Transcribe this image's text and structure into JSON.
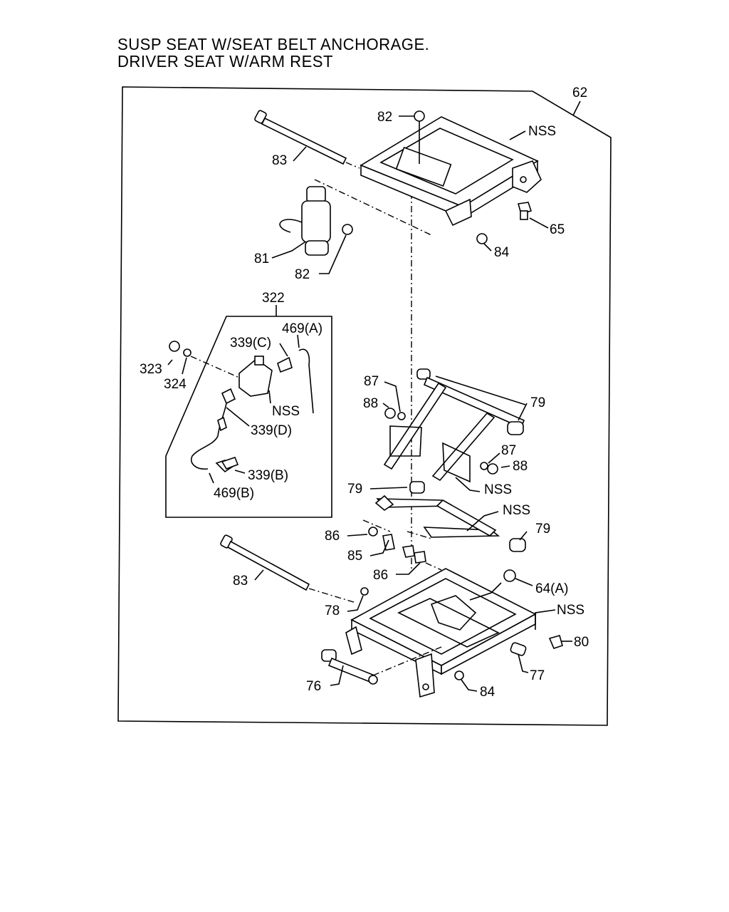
{
  "title": {
    "line1": "SUSP SEAT W/SEAT BELT ANCHORAGE.",
    "line2": "DRIVER SEAT W/ARM REST"
  },
  "callouts": {
    "c62": "62",
    "c82_top": "82",
    "nss_top": "NSS",
    "c83_top": "83",
    "c65": "65",
    "c84_top": "84",
    "c81": "81",
    "c82_mid": "82",
    "c322": "322",
    "c469a": "469(A)",
    "c339c": "339(C)",
    "c323": "323",
    "c324": "324",
    "nss_valve": "NSS",
    "c339d": "339(D)",
    "c339b": "339(B)",
    "c469b": "469(B)",
    "c87_left": "87",
    "c88_left": "88",
    "c79_top": "79",
    "c87_right": "87",
    "c88_right": "88",
    "c79_mid": "79",
    "nss_mid1": "NSS",
    "nss_mid2": "NSS",
    "c79_right": "79",
    "c86_top": "86",
    "c85": "85",
    "c86_bot": "86",
    "c83_bot": "83",
    "c64a": "64(A)",
    "c78": "78",
    "nss_base": "NSS",
    "c80": "80",
    "c77": "77",
    "c76": "76",
    "c84_bot": "84"
  }
}
